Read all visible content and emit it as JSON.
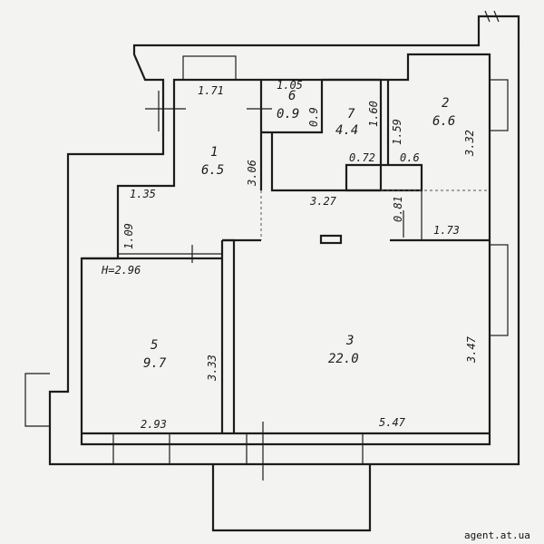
{
  "plan": {
    "rooms": [
      {
        "number": "1",
        "area": "6.5"
      },
      {
        "number": "2",
        "area": "6.6"
      },
      {
        "number": "3",
        "area": "22.0"
      },
      {
        "number": "5",
        "area": "9.7"
      },
      {
        "number": "6",
        "area": "0.9"
      },
      {
        "number": "7",
        "area": "4.4"
      }
    ],
    "dimensions": {
      "d171": "1.71",
      "d105": "1.05",
      "d09v": "0.9",
      "d160": "1.60",
      "d159": "1.59",
      "d332": "3.32",
      "d306": "3.06",
      "d072": "0.72",
      "d06": "0.6",
      "d135": "1.35",
      "d109": "1.09",
      "d327": "3.27",
      "d081": "0.81",
      "d173": "1.73",
      "h296": "H=2.96",
      "d333": "3.33",
      "d347": "3.47",
      "d293": "2.93",
      "d547": "5.47"
    },
    "watermark": "agent.at.ua"
  }
}
